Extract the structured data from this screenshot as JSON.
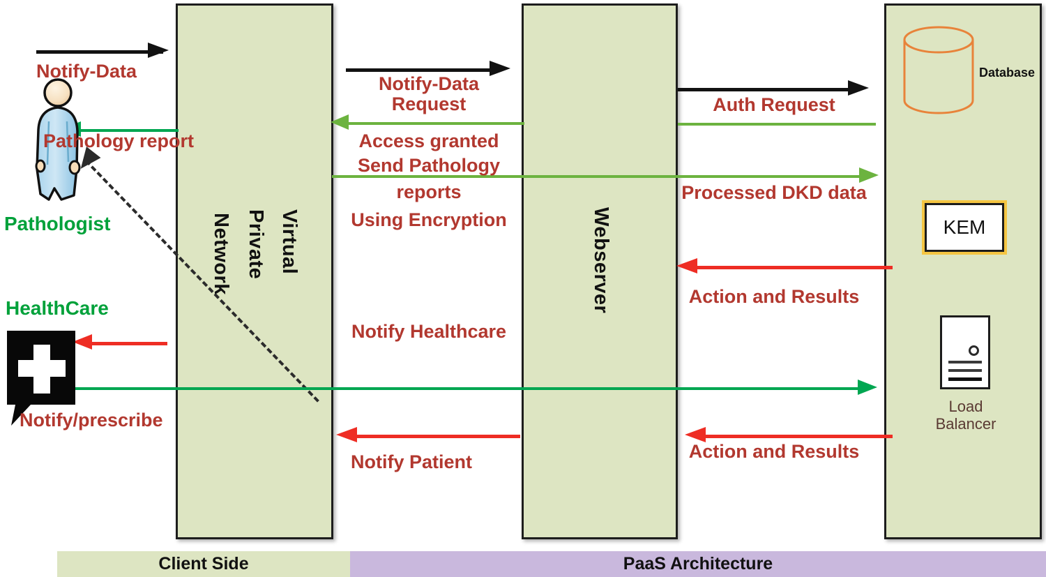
{
  "diagram": {
    "title": "Pathology report workflow across Client Side and PaaS Architecture",
    "colors": {
      "zone_fill": "#dde5c2",
      "zone_border": "#1d1d1d",
      "label_red": "#b2382f",
      "label_green": "#00a13a",
      "arrow_black": "#121212",
      "arrow_green_light": "#6cb33f",
      "arrow_green_strong": "#00a651",
      "arrow_red": "#ee2d24",
      "database_orange": "#e8833a",
      "kem_outline": "#f5c542",
      "legend_client_fill": "#dde5c2",
      "legend_paas_fill": "#c9b8dd"
    }
  },
  "zones": [
    {
      "id": "vpn",
      "label": "Virtual Private Network"
    },
    {
      "id": "webserver",
      "label": "Webserver"
    },
    {
      "id": "backend",
      "label": ""
    }
  ],
  "actors": {
    "pathologist": {
      "label": "Pathologist",
      "icon": "person-icon"
    },
    "healthcare": {
      "label": "HealthCare",
      "icon": "healthcare-cross-icon"
    }
  },
  "backend_nodes": [
    {
      "id": "database",
      "label": "Database",
      "icon": "database-cylinder-icon"
    },
    {
      "id": "kem",
      "label": "KEM",
      "icon": "kem-box-icon"
    },
    {
      "id": "load_balancer",
      "label": "Load\nBalancer",
      "label_line1": "Load",
      "label_line2": "Balancer",
      "icon": "load-balancer-icon"
    }
  ],
  "flows": [
    {
      "id": "notify-data",
      "label": "Notify-Data",
      "color": "black",
      "direction": "right",
      "from": "pathologist",
      "to": "vpn"
    },
    {
      "id": "pathology-report",
      "label": "Pathology report",
      "color": "green",
      "direction": "left",
      "from": "vpn",
      "to": "pathologist"
    },
    {
      "id": "notify-data-request",
      "label": "Notify-Data\nRequest",
      "line1": "Notify-Data",
      "line2": "Request",
      "color": "black",
      "direction": "right",
      "from": "vpn",
      "to": "webserver"
    },
    {
      "id": "access-granted",
      "label": "Access granted",
      "color": "green",
      "direction": "left",
      "from": "webserver",
      "to": "vpn"
    },
    {
      "id": "send-pathology",
      "label": "Send Pathology reports Using Encryption",
      "line1": "Send Pathology",
      "line2": "reports",
      "line3": "Using Encryption",
      "color": "green",
      "direction": "right",
      "from": "vpn",
      "to": "webserver"
    },
    {
      "id": "auth-request",
      "label": "Auth Request",
      "color": "black",
      "direction": "right",
      "from": "webserver",
      "to": "backend"
    },
    {
      "id": "auth-response",
      "label": "",
      "color": "green",
      "direction": "none",
      "from": "backend",
      "to": "webserver"
    },
    {
      "id": "processed-dkd",
      "label": "Processed DKD data",
      "color": "green",
      "direction": "right",
      "from": "webserver",
      "to": "backend"
    },
    {
      "id": "action-results-1",
      "label": "Action and Results",
      "color": "red",
      "direction": "left",
      "from": "backend",
      "to": "webserver"
    },
    {
      "id": "notify-healthcare",
      "label": "Notify Healthcare",
      "color": "red",
      "direction": "left",
      "from": "webserver",
      "to": "healthcare"
    },
    {
      "id": "notify-prescribe",
      "label": "Notify/prescribe",
      "color": "green",
      "direction": "right",
      "from": "healthcare",
      "to": "backend"
    },
    {
      "id": "notify-patient",
      "label": "Notify Patient",
      "color": "red",
      "direction": "left",
      "from": "webserver",
      "to": "vpn"
    },
    {
      "id": "action-results-2",
      "label": "Action and Results",
      "color": "red",
      "direction": "left",
      "from": "backend",
      "to": "webserver"
    }
  ],
  "legend": [
    {
      "id": "client-side",
      "label": "Client Side"
    },
    {
      "id": "paas",
      "label": "PaaS Architecture"
    }
  ]
}
